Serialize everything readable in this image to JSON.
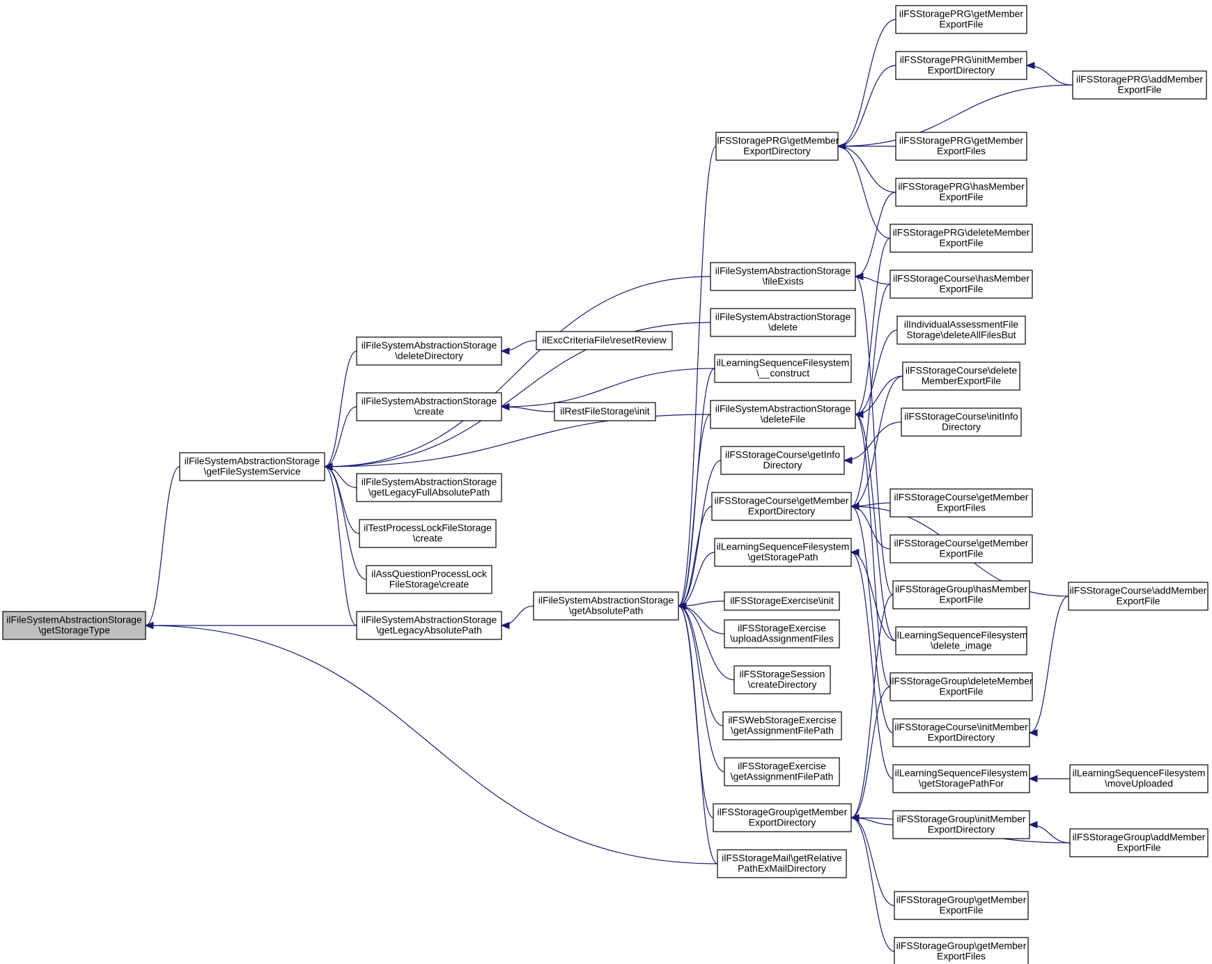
{
  "colors": {
    "edge": "#191970",
    "node_border": "#000000",
    "focus_fill": "#bfbfbf",
    "node_fill": "#ffffff"
  },
  "nodes": [
    {
      "id": "root",
      "lines": [
        "ilFileSystemAbstractionStorage",
        "\\getStorageType"
      ],
      "focus": true
    },
    {
      "id": "gfs",
      "lines": [
        "ilFileSystemAbstractionStorage",
        "\\getFileSystemService"
      ]
    },
    {
      "id": "deldir",
      "lines": [
        "ilFileSystemAbstractionStorage",
        "\\deleteDirectory"
      ]
    },
    {
      "id": "create",
      "lines": [
        "ilFileSystemAbstractionStorage",
        "\\create"
      ]
    },
    {
      "id": "legfull",
      "lines": [
        "ilFileSystemAbstractionStorage",
        "\\getLegacyFullAbsolutePath"
      ]
    },
    {
      "id": "tplfs",
      "lines": [
        "ilTestProcessLockFileStorage",
        "\\create"
      ]
    },
    {
      "id": "aqpl",
      "lines": [
        "ilAssQuestionProcessLock",
        "FileStorage\\create"
      ]
    },
    {
      "id": "legabs",
      "lines": [
        "ilFileSystemAbstractionStorage",
        "\\getLegacyAbsolutePath"
      ]
    },
    {
      "id": "excreset",
      "lines": [
        "ilExcCriteriaFile\\resetReview"
      ]
    },
    {
      "id": "restinit",
      "lines": [
        "ilRestFileStorage\\init"
      ]
    },
    {
      "id": "getabs",
      "lines": [
        "ilFileSystemAbstractionStorage",
        "\\getAbsolutePath"
      ]
    },
    {
      "id": "prgdir",
      "lines": [
        "ilFSStoragePRG\\getMember",
        "ExportDirectory"
      ]
    },
    {
      "id": "fexists",
      "lines": [
        "ilFileSystemAbstractionStorage",
        "\\fileExists"
      ]
    },
    {
      "id": "fsdel",
      "lines": [
        "ilFileSystemAbstractionStorage",
        "\\delete"
      ]
    },
    {
      "id": "lsconst",
      "lines": [
        "ilLearningSequenceFilesystem",
        "\\__construct"
      ]
    },
    {
      "id": "delfile",
      "lines": [
        "ilFileSystemAbstractionStorage",
        "\\deleteFile"
      ]
    },
    {
      "id": "crsinfo",
      "lines": [
        "ilFSStorageCourse\\getInfo",
        "Directory"
      ]
    },
    {
      "id": "crsdir",
      "lines": [
        "ilFSStorageCourse\\getMember",
        "ExportDirectory"
      ]
    },
    {
      "id": "lspath",
      "lines": [
        "ilLearningSequenceFilesystem",
        "\\getStoragePath"
      ]
    },
    {
      "id": "exinit",
      "lines": [
        "ilFSStorageExercise\\init"
      ]
    },
    {
      "id": "exupl",
      "lines": [
        "ilFSStorageExercise",
        "\\uploadAssignmentFiles"
      ]
    },
    {
      "id": "sescrd",
      "lines": [
        "ilFSStorageSession",
        "\\createDirectory"
      ]
    },
    {
      "id": "webex",
      "lines": [
        "ilFSWebStorageExercise",
        "\\getAssignmentFilePath"
      ]
    },
    {
      "id": "exgafp",
      "lines": [
        "ilFSStorageExercise",
        "\\getAssignmentFilePath"
      ]
    },
    {
      "id": "grpdir",
      "lines": [
        "ilFSStorageGroup\\getMember",
        "ExportDirectory"
      ]
    },
    {
      "id": "mail",
      "lines": [
        "ilFSStorageMail\\getRelative",
        "PathExMailDirectory"
      ]
    },
    {
      "id": "prggef",
      "lines": [
        "ilFSStoragePRG\\getMember",
        "ExportFile"
      ]
    },
    {
      "id": "prginit",
      "lines": [
        "ilFSStoragePRG\\initMember",
        "ExportDirectory"
      ]
    },
    {
      "id": "prgadd",
      "lines": [
        "ilFSStoragePRG\\addMember",
        "ExportFile"
      ]
    },
    {
      "id": "prggefs",
      "lines": [
        "ilFSStoragePRG\\getMember",
        "ExportFiles"
      ]
    },
    {
      "id": "prghas",
      "lines": [
        "ilFSStoragePRG\\hasMember",
        "ExportFile"
      ]
    },
    {
      "id": "prgdel",
      "lines": [
        "ilFSStoragePRG\\deleteMember",
        "ExportFile"
      ]
    },
    {
      "id": "crshas",
      "lines": [
        "ilFSStorageCourse\\hasMember",
        "ExportFile"
      ]
    },
    {
      "id": "iafs",
      "lines": [
        "ilIndividualAssessmentFile",
        "Storage\\deleteAllFilesBut"
      ]
    },
    {
      "id": "crsdel",
      "lines": [
        "ilFSStorageCourse\\delete",
        "MemberExportFile"
      ]
    },
    {
      "id": "crsiinfo",
      "lines": [
        "ilFSStorageCourse\\initInfo",
        "Directory"
      ]
    },
    {
      "id": "crsgefs",
      "lines": [
        "ilFSStorageCourse\\getMember",
        "ExportFiles"
      ]
    },
    {
      "id": "crsgef",
      "lines": [
        "ilFSStorageCourse\\getMember",
        "ExportFile"
      ]
    },
    {
      "id": "grphas",
      "lines": [
        "ilFSStorageGroup\\hasMember",
        "ExportFile"
      ]
    },
    {
      "id": "lsdelimg",
      "lines": [
        "ilLearningSequenceFilesystem",
        "\\delete_image"
      ]
    },
    {
      "id": "grpdel",
      "lines": [
        "ilFSStorageGroup\\deleteMember",
        "ExportFile"
      ]
    },
    {
      "id": "crsinit",
      "lines": [
        "ilFSStorageCourse\\initMember",
        "ExportDirectory"
      ]
    },
    {
      "id": "lspathfor",
      "lines": [
        "ilLearningSequenceFilesystem",
        "\\getStoragePathFor"
      ]
    },
    {
      "id": "grpinit",
      "lines": [
        "ilFSStorageGroup\\initMember",
        "ExportDirectory"
      ]
    },
    {
      "id": "grpgef",
      "lines": [
        "ilFSStorageGroup\\getMember",
        "ExportFile"
      ]
    },
    {
      "id": "grpgefs",
      "lines": [
        "ilFSStorageGroup\\getMember",
        "ExportFiles"
      ]
    },
    {
      "id": "crsadd",
      "lines": [
        "ilFSStorageCourse\\addMember",
        "ExportFile"
      ]
    },
    {
      "id": "lsmove",
      "lines": [
        "ilLearningSequenceFilesystem",
        "\\moveUploaded"
      ]
    },
    {
      "id": "grpadd",
      "lines": [
        "ilFSStorageGroup\\addMember",
        "ExportFile"
      ]
    }
  ],
  "edges": [
    [
      "gfs",
      "root"
    ],
    [
      "legabs",
      "root"
    ],
    [
      "mail",
      "root"
    ],
    [
      "deldir",
      "gfs"
    ],
    [
      "create",
      "gfs"
    ],
    [
      "legfull",
      "gfs"
    ],
    [
      "tplfs",
      "gfs"
    ],
    [
      "aqpl",
      "gfs"
    ],
    [
      "legabs",
      "gfs"
    ],
    [
      "fexists",
      "gfs"
    ],
    [
      "fsdel",
      "gfs"
    ],
    [
      "delfile",
      "gfs"
    ],
    [
      "excreset",
      "deldir"
    ],
    [
      "lsconst",
      "create"
    ],
    [
      "restinit",
      "create"
    ],
    [
      "getabs",
      "legabs"
    ],
    [
      "prgdir",
      "getabs"
    ],
    [
      "crsinfo",
      "getabs"
    ],
    [
      "crsdir",
      "getabs"
    ],
    [
      "lspath",
      "getabs"
    ],
    [
      "exinit",
      "getabs"
    ],
    [
      "exupl",
      "getabs"
    ],
    [
      "sescrd",
      "getabs"
    ],
    [
      "webex",
      "getabs"
    ],
    [
      "exgafp",
      "getabs"
    ],
    [
      "grpdir",
      "getabs"
    ],
    [
      "mail",
      "getabs"
    ],
    [
      "lsconst",
      "getabs"
    ],
    [
      "delfile",
      "getabs"
    ],
    [
      "prggef",
      "prgdir"
    ],
    [
      "prginit",
      "prgdir"
    ],
    [
      "prgadd",
      "prgdir"
    ],
    [
      "prggefs",
      "prgdir"
    ],
    [
      "prghas",
      "prgdir"
    ],
    [
      "prgdel",
      "prgdir"
    ],
    [
      "prgadd",
      "prginit"
    ],
    [
      "prghas",
      "fexists"
    ],
    [
      "crshas",
      "fexists"
    ],
    [
      "grphas",
      "fexists"
    ],
    [
      "prgdel",
      "delfile"
    ],
    [
      "iafs",
      "delfile"
    ],
    [
      "crsdel",
      "delfile"
    ],
    [
      "lsdelimg",
      "delfile"
    ],
    [
      "grpdel",
      "delfile"
    ],
    [
      "crsiinfo",
      "crsinfo"
    ],
    [
      "crshas",
      "crsdir"
    ],
    [
      "crsgefs",
      "crsdir"
    ],
    [
      "crsgef",
      "crsdir"
    ],
    [
      "crsdel",
      "crsdir"
    ],
    [
      "crsinit",
      "crsdir"
    ],
    [
      "crsadd",
      "crsdir"
    ],
    [
      "crsadd",
      "crsinit"
    ],
    [
      "lsdelimg",
      "lspath"
    ],
    [
      "lspathfor",
      "lspath"
    ],
    [
      "lsmove",
      "lspathfor"
    ],
    [
      "grphas",
      "grpdir"
    ],
    [
      "grpdel",
      "grpdir"
    ],
    [
      "grpinit",
      "grpdir"
    ],
    [
      "grpadd",
      "grpdir"
    ],
    [
      "grpgef",
      "grpdir"
    ],
    [
      "grpgefs",
      "grpdir"
    ],
    [
      "grpadd",
      "grpinit"
    ]
  ]
}
